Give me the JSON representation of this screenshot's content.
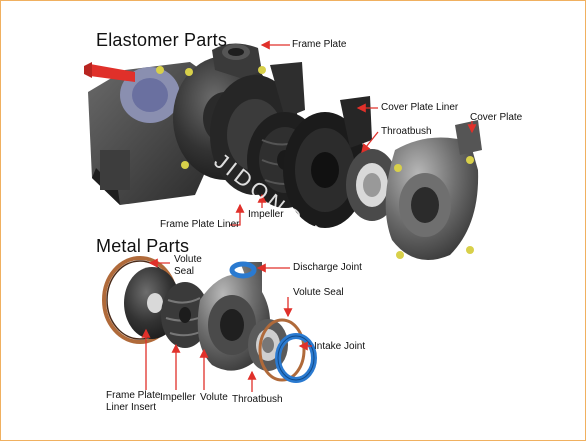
{
  "sections": {
    "elastomer": "Elastomer Parts",
    "metal": "Metal Parts"
  },
  "labels": {
    "frame_plate": "Frame Plate",
    "cover_plate_liner": "Cover Plate Liner",
    "throatbush_top": "Throatbush",
    "cover_plate": "Cover Plate",
    "frame_plate_liner": "Frame Plate Liner",
    "impeller_top": "Impeller",
    "volute_seal_left_line1": "Volute",
    "volute_seal_left_line2": "Seal",
    "discharge_joint": "Discharge Joint",
    "volute_seal_right": "Volute Seal",
    "intake_joint": "Intake Joint",
    "frame_plate_liner_insert_line1": "Frame Plate",
    "frame_plate_liner_insert_line2": "Liner Insert",
    "impeller_bottom": "Impeller",
    "volute": "Volute",
    "throatbush_bottom": "Throatbush"
  },
  "watermark": "JIDONG PUMP",
  "colors": {
    "arrow": "#e0302a",
    "part_dark": "#2b2b2b",
    "part_mid": "#5a5a5a",
    "part_light": "#9a9a9a",
    "shaft_red": "#e0302a",
    "bolt_yellow": "#d8d04a",
    "seal_copper": "#b06a3a",
    "joint_blue": "#2a7ad0",
    "border": "#f0b060"
  }
}
